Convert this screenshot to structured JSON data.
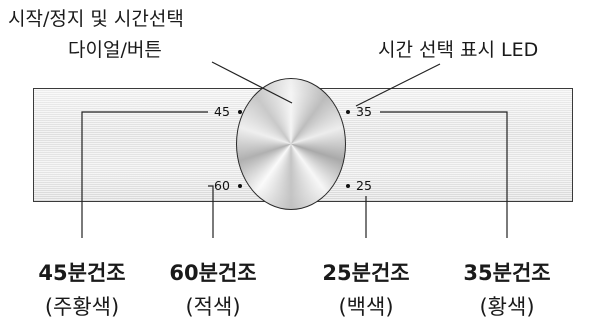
{
  "callouts": {
    "dial_line1": "시작/정지 및 시간선택",
    "dial_line2": "다이얼/버튼",
    "led": "시간 선택 표시 LED"
  },
  "led_labels": {
    "t45": "45",
    "t60": "60",
    "t35": "35",
    "t25": "25"
  },
  "bottom_labels": [
    {
      "time": "45분건조",
      "color": "(주황색)"
    },
    {
      "time": "60분건조",
      "color": "(적색)"
    },
    {
      "time": "25분건조",
      "color": "(백색)"
    },
    {
      "time": "35분건조",
      "color": "(황색)"
    }
  ]
}
